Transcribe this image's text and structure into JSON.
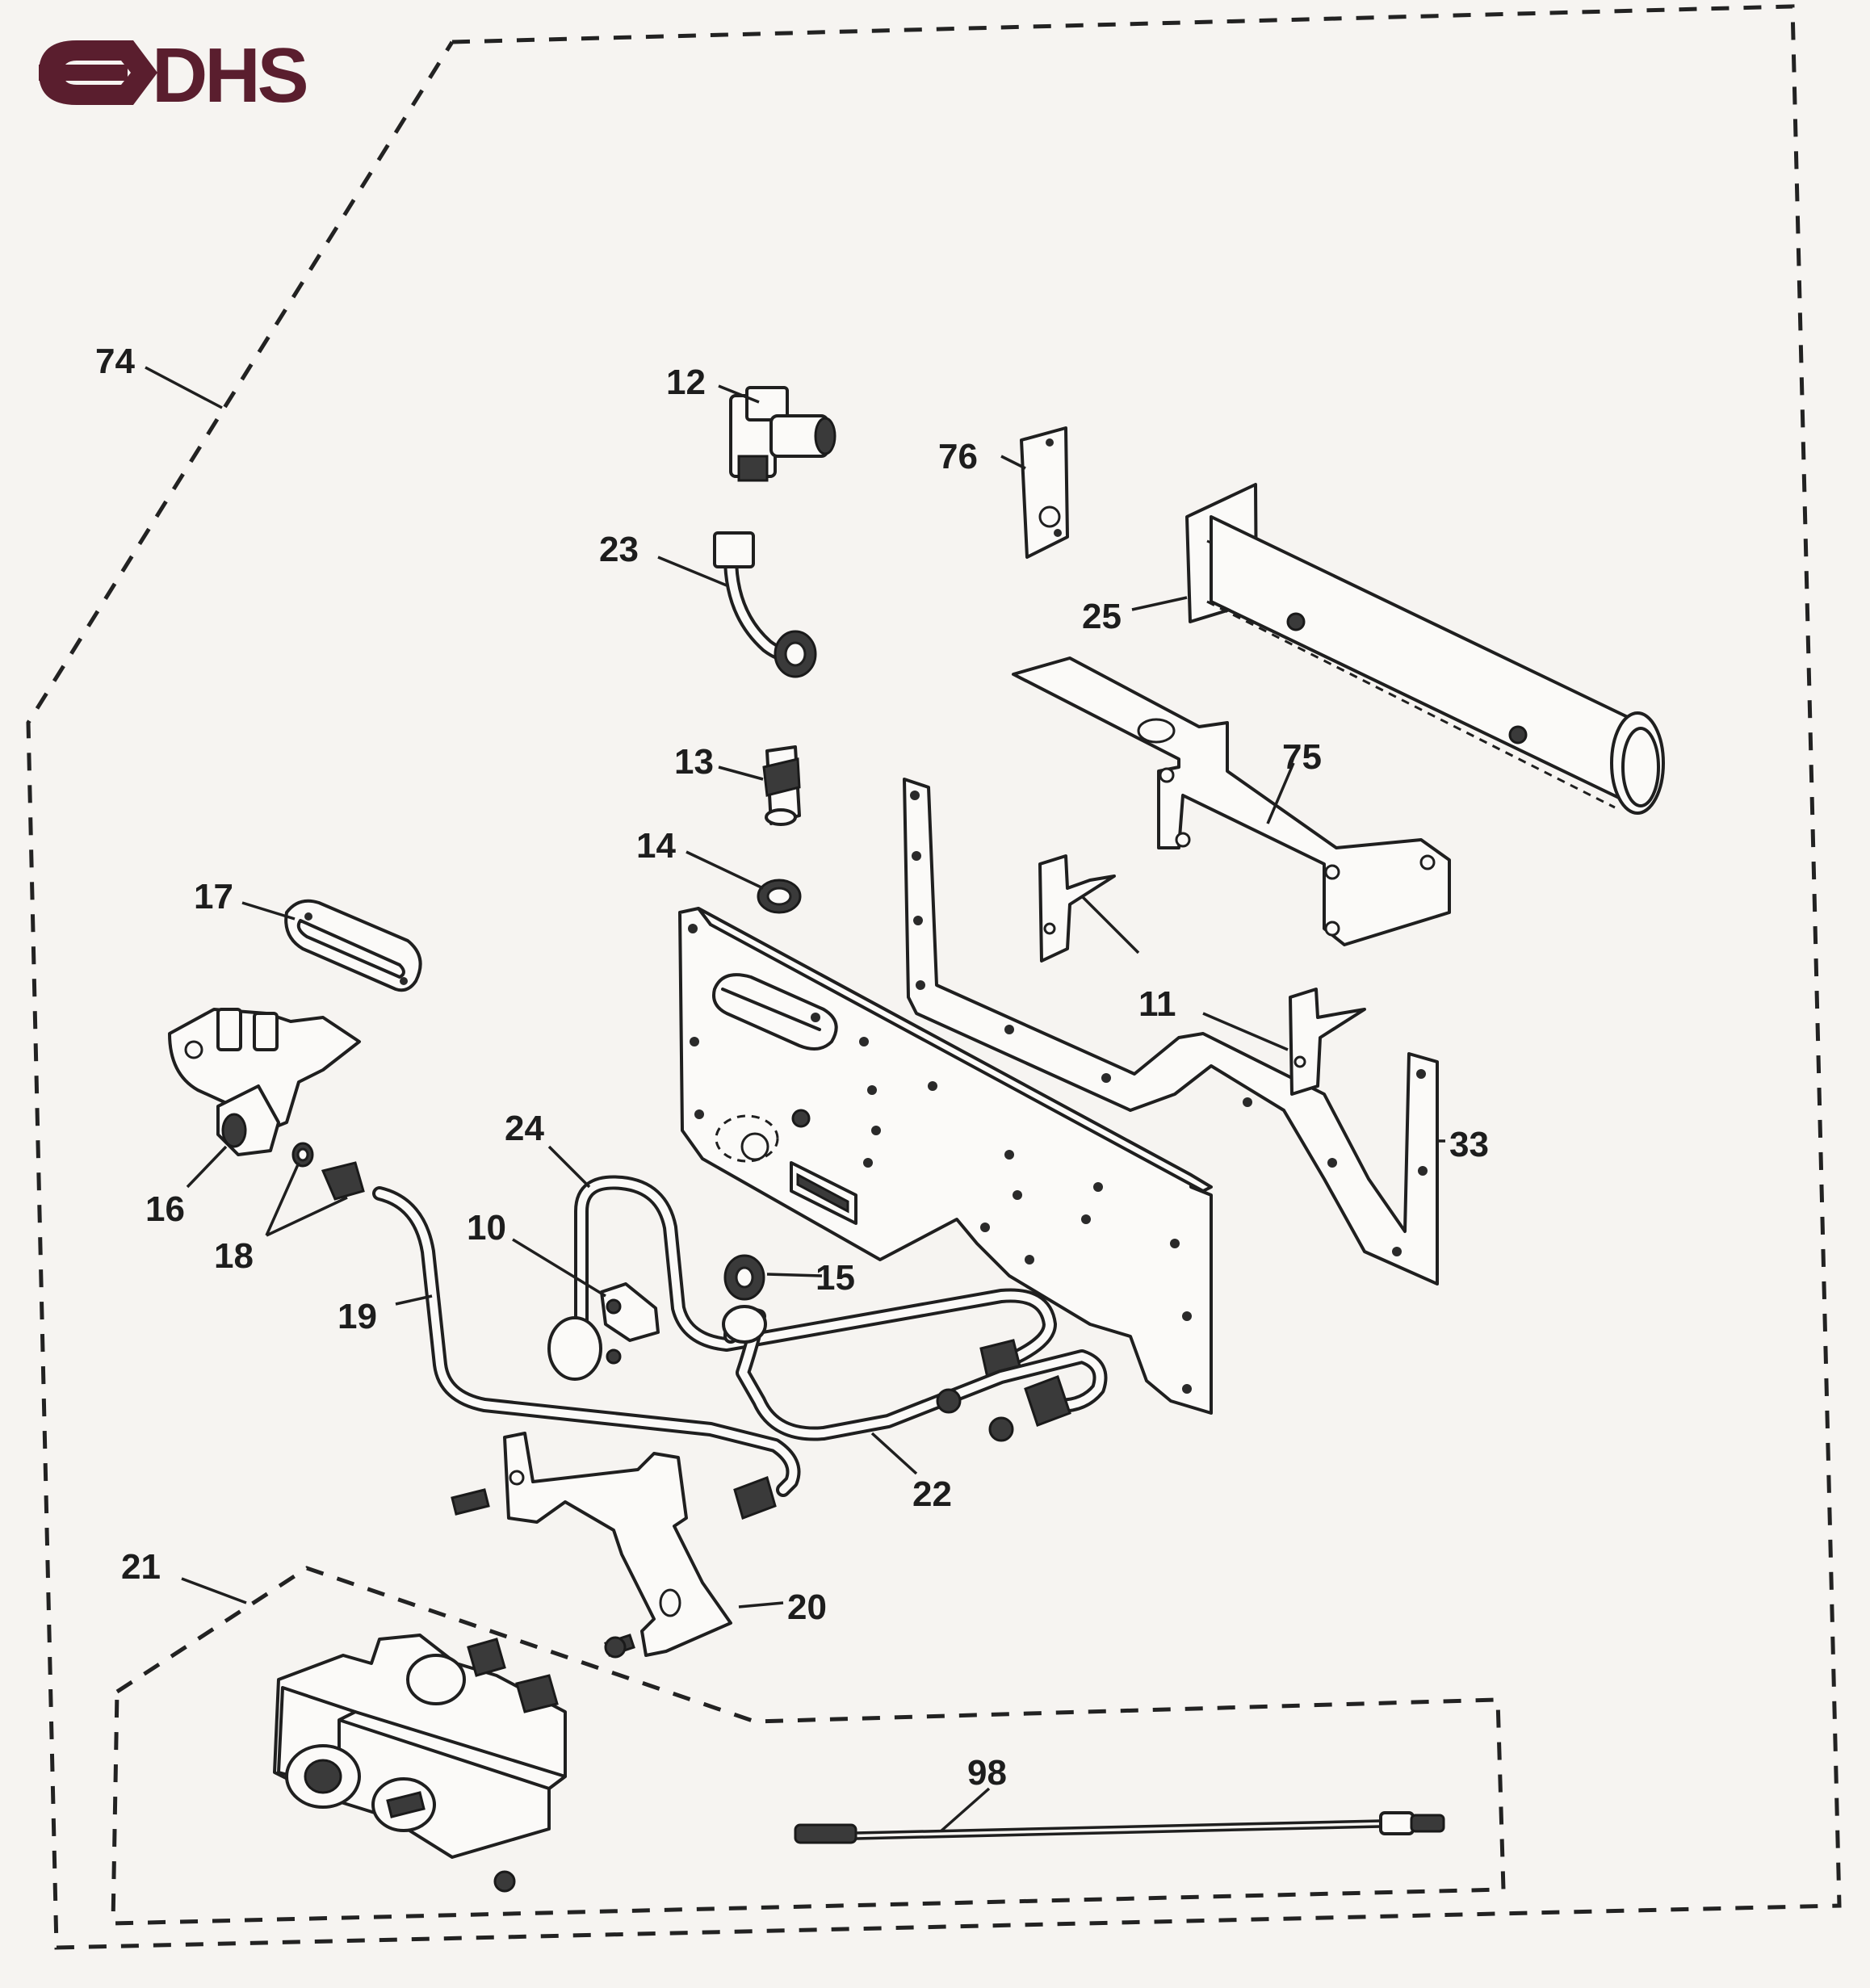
{
  "brand": {
    "logo_text": "DHS",
    "color": "#5a1e2e"
  },
  "callouts": {
    "c74": "74",
    "c12": "12",
    "c76": "76",
    "c23": "23",
    "c25": "25",
    "c13": "13",
    "c75": "75",
    "c14": "14",
    "c17": "17",
    "c11": "11",
    "c33": "33",
    "c24": "24",
    "c16": "16",
    "c10": "10",
    "c15": "15",
    "c18": "18",
    "c19": "19",
    "c22": "22",
    "c21": "21",
    "c20": "20",
    "c98": "98"
  }
}
